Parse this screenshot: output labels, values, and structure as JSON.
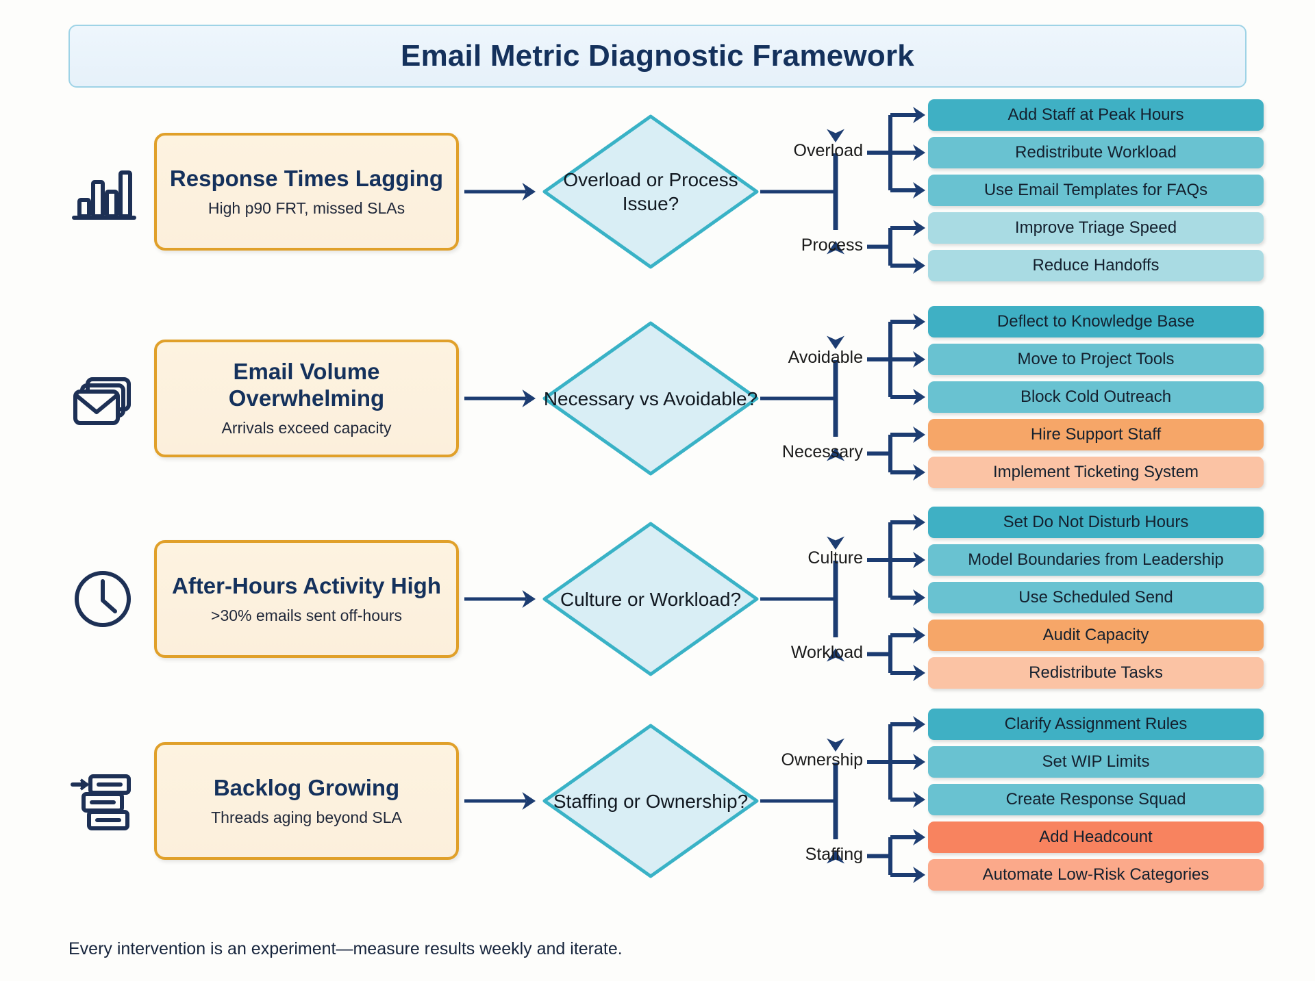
{
  "header": {
    "title": "Email Metric Diagnostic Framework"
  },
  "footer": {
    "note": "Every intervention is an experiment—measure results weekly and iterate."
  },
  "colors": {
    "banner_bg": "#eef6fc",
    "banner_border": "#9ed3e6",
    "title_text": "#14315c",
    "card_bg": "#fdf3e0",
    "card_border": "#e0a02a",
    "diamond_fill": "#d9eef5",
    "diamond_border": "#39b2c6",
    "connector": "#1c3c71",
    "chip_teal_dark": "#3fb0c4",
    "chip_teal_mid": "#69c2d1",
    "chip_teal_light": "#a9dbe3",
    "chip_orange": "#f6a668",
    "chip_orange_light": "#fbc3a4",
    "chip_coral": "#f8835f",
    "chip_coral_light": "#fba98a",
    "icon": "#1d3055"
  },
  "rows": [
    {
      "icon": "bar-chart-icon",
      "problem": {
        "title": "Response Times Lagging",
        "subtitle": "High p90 FRT, missed SLAs"
      },
      "decision": {
        "label": "Overload or Process Issue?"
      },
      "branches": [
        {
          "label": "Overload",
          "actions": [
            {
              "text": "Add Staff at Peak Hours",
              "tone": "teal-dark"
            },
            {
              "text": "Redistribute Workload",
              "tone": "teal-mid"
            },
            {
              "text": "Use Email Templates for FAQs",
              "tone": "teal-mid"
            }
          ]
        },
        {
          "label": "Process",
          "actions": [
            {
              "text": "Improve Triage Speed",
              "tone": "teal-light"
            },
            {
              "text": "Reduce Handoffs",
              "tone": "teal-light"
            }
          ]
        }
      ]
    },
    {
      "icon": "stacked-envelopes-icon",
      "problem": {
        "title": "Email Volume Overwhelming",
        "subtitle": "Arrivals exceed capacity"
      },
      "decision": {
        "label": "Necessary vs Avoidable?"
      },
      "branches": [
        {
          "label": "Avoidable",
          "actions": [
            {
              "text": "Deflect to Knowledge Base",
              "tone": "teal-dark"
            },
            {
              "text": "Move to Project Tools",
              "tone": "teal-mid"
            },
            {
              "text": "Block Cold Outreach",
              "tone": "teal-mid"
            }
          ]
        },
        {
          "label": "Necessary",
          "actions": [
            {
              "text": "Hire Support Staff",
              "tone": "orange"
            },
            {
              "text": "Implement Ticketing System",
              "tone": "orange-light"
            }
          ]
        }
      ]
    },
    {
      "icon": "clock-icon",
      "problem": {
        "title": "After-Hours Activity High",
        "subtitle": ">30% emails sent off-hours"
      },
      "decision": {
        "label": "Culture or Workload?"
      },
      "branches": [
        {
          "label": "Culture",
          "actions": [
            {
              "text": "Set Do Not Disturb Hours",
              "tone": "teal-dark"
            },
            {
              "text": "Model Boundaries from Leadership",
              "tone": "teal-mid"
            },
            {
              "text": "Use Scheduled Send",
              "tone": "teal-mid"
            }
          ]
        },
        {
          "label": "Workload",
          "actions": [
            {
              "text": "Audit Capacity",
              "tone": "orange"
            },
            {
              "text": "Redistribute Tasks",
              "tone": "orange-light"
            }
          ]
        }
      ]
    },
    {
      "icon": "backlog-queue-icon",
      "problem": {
        "title": "Backlog Growing",
        "subtitle": "Threads aging beyond SLA"
      },
      "decision": {
        "label": "Staffing or Ownership?"
      },
      "branches": [
        {
          "label": "Ownership",
          "actions": [
            {
              "text": "Clarify Assignment Rules",
              "tone": "teal-dark"
            },
            {
              "text": "Set WIP Limits",
              "tone": "teal-mid"
            },
            {
              "text": "Create Response Squad",
              "tone": "teal-mid"
            }
          ]
        },
        {
          "label": "Staffing",
          "actions": [
            {
              "text": "Add Headcount",
              "tone": "coral"
            },
            {
              "text": "Automate Low-Risk Categories",
              "tone": "coral-light"
            }
          ]
        }
      ]
    }
  ]
}
